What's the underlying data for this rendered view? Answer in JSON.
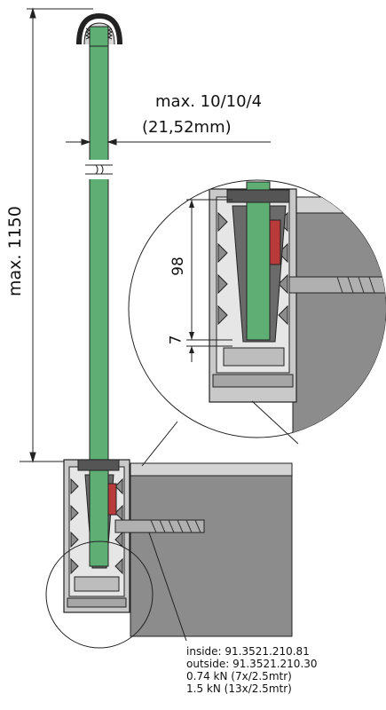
{
  "dimensions": {
    "glass_thickness": "max. 10/10/4",
    "glass_thickness_mm": "(21,52mm)",
    "height": "max. 1150",
    "detail_depth": "98",
    "detail_bottom": "7"
  },
  "spec": {
    "inside": "inside: 91.3521.210.81",
    "outside": "outside: 91.3521.210.30",
    "load_1": "0.74 kN (7x/2.5mtr)",
    "load_2": "1.5 kN (13x/2.5mtr)"
  },
  "colors": {
    "glass": "#5fae73",
    "gasket_red": "#b93a3a",
    "profile_gray": "#c9c9c9",
    "wall_gray": "#8c8c8c"
  }
}
